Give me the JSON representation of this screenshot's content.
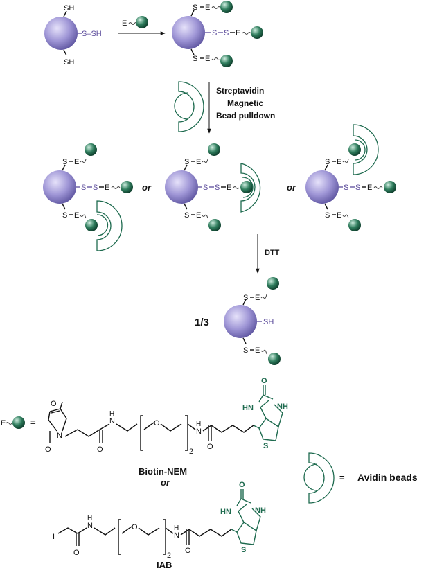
{
  "colors": {
    "protein": "#9f96d6",
    "biotin_bead": "#2f7d5d",
    "disulfide": "#5a4a9a",
    "avidin_outline": "#1d6a4e"
  },
  "labels": {
    "sh": "SH",
    "sh_ss": "S–SH",
    "s": "S",
    "e": "E",
    "step1": [
      "Streptavidin",
      "Magnetic",
      "Bead pulldown"
    ],
    "or": "or",
    "dtt": "DTT",
    "fraction": "1/3",
    "legend_e_equals": "=",
    "biotin_nem": "Biotin-NEM",
    "or2": "or",
    "iab": "IAB",
    "avidin_equals": "=",
    "avidin_beads": "Avidin beads",
    "subscript_2": "2",
    "atom_o": "O",
    "atom_n": "N",
    "atom_h": "H",
    "atom_nh": "NH",
    "atom_hn": "HN",
    "atom_i": "I",
    "atom_s": "S"
  }
}
